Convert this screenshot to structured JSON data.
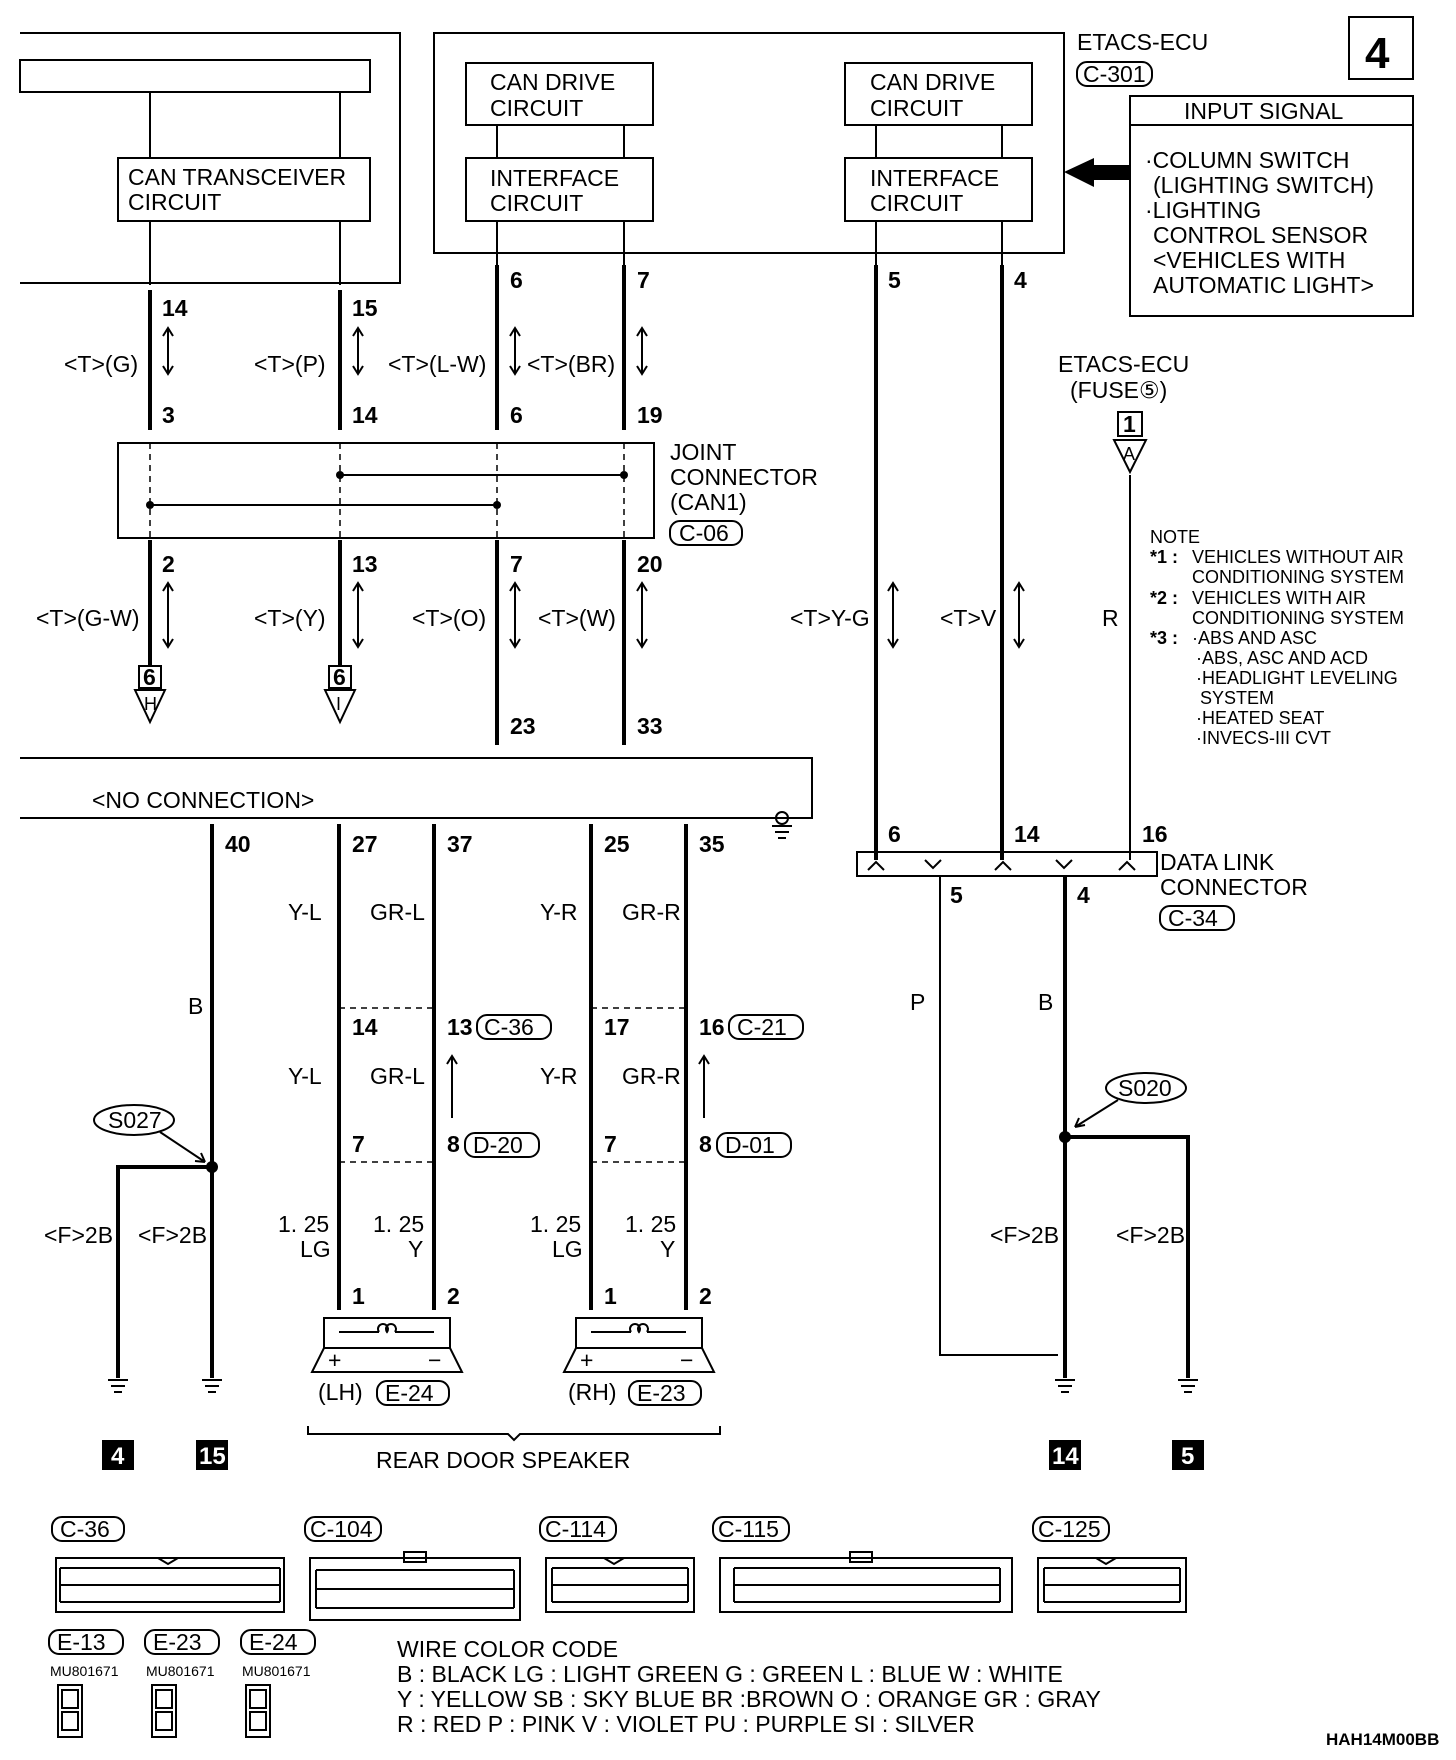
{
  "page_number": "4",
  "etacs": {
    "title": "ETACS-ECU",
    "connector": "C-301"
  },
  "can_drive_circuit": "CAN DRIVE\nCIRCUIT",
  "interface_circuit": "INTERFACE\nCIRCUIT",
  "can_transceiver_circuit": "CAN TRANSCEIVER\nCIRCUIT",
  "input_signal": {
    "title": "INPUT SIGNAL",
    "lines": [
      "·COLUMN SWITCH",
      "(LIGHTING SWITCH)",
      "·LIGHTING",
      "CONTROL SENSOR",
      "<VEHICLES WITH",
      "AUTOMATIC LIGHT>"
    ]
  },
  "etacs_fuse": {
    "title": "ETACS-ECU",
    "fuse": "(FUSE⑤)",
    "ref_num": "1",
    "ref_letter": "A"
  },
  "joint_connector": {
    "label": "JOINT\nCONNECTOR\n(CAN1)",
    "connector": "C-06"
  },
  "wires_top": [
    {
      "pin_ecu": "14",
      "color": "<T>(G)",
      "pin_in": "3",
      "pin_out": "2",
      "color_out": "<T>(G-W)",
      "ref": "6",
      "ref_letter": "H"
    },
    {
      "pin_ecu": "15",
      "color": "<T>(P)",
      "pin_in": "14",
      "pin_out": "13",
      "color_out": "<T>(Y)",
      "ref": "6",
      "ref_letter": "I"
    },
    {
      "pin_ecu": "6",
      "color": "<T>(L-W)",
      "pin_in": "6",
      "pin_out": "7",
      "color_out": "<T>(O)",
      "pin_end": "23"
    },
    {
      "pin_ecu": "7",
      "color": "<T>(BR)",
      "pin_in": "19",
      "pin_out": "20",
      "color_out": "<T>(W)",
      "pin_end": "33"
    }
  ],
  "ecu_right_pins": [
    "5",
    "4"
  ],
  "right_wire_colors": [
    "<T>Y-G",
    "<T>V",
    "R"
  ],
  "note": {
    "title": "NOTE",
    "items": [
      {
        "key": "*1 :",
        "text": "VEHICLES WITHOUT AIR\nCONDITIONING SYSTEM"
      },
      {
        "key": "*2 :",
        "text": "VEHICLES WITH AIR\nCONDITIONING SYSTEM"
      },
      {
        "key": "*3 :",
        "text": "·ABS AND ASC\n·ABS, ASC AND ACD\n·HEADLIGHT LEVELING\n SYSTEM\n·HEATED SEAT\n·INVECS-III CVT"
      }
    ]
  },
  "no_connection": "<NO CONNECTION>",
  "amp_pins": [
    "40",
    "27",
    "37",
    "25",
    "35"
  ],
  "data_link": {
    "label": "DATA LINK\nCONNECTOR",
    "connector": "C-34",
    "top_pins": [
      "6",
      "14",
      "16"
    ],
    "bottom_pins": [
      "5",
      "4"
    ],
    "wire_colors": [
      "P",
      "B"
    ]
  },
  "splices": [
    "S027",
    "S020"
  ],
  "left_wire_color": "B",
  "ground_wire_label": "<F>2B",
  "speakers": [
    {
      "side": "(LH)",
      "connector": "E-24",
      "c_pins": [
        "14",
        "13"
      ],
      "c_conn": "C-36",
      "d_pins": [
        "7",
        "8"
      ],
      "d_conn": "D-20",
      "colors": [
        "Y-L",
        "GR-L"
      ],
      "gauge": [
        "1. 25\nLG",
        "1. 25\nY"
      ],
      "spk_pins": [
        "1",
        "2"
      ]
    },
    {
      "side": "(RH)",
      "connector": "E-23",
      "c_pins": [
        "17",
        "16"
      ],
      "c_conn": "C-21",
      "d_pins": [
        "7",
        "8"
      ],
      "d_conn": "D-01",
      "colors": [
        "Y-R",
        "GR-R"
      ],
      "gauge": [
        "1. 25\nLG",
        "1. 25\nY"
      ],
      "spk_pins": [
        "1",
        "2"
      ]
    }
  ],
  "speaker_caption": "REAR DOOR SPEAKER",
  "grounds": [
    "4",
    "15",
    "14",
    "5"
  ],
  "connectors_legend": [
    "C-36",
    "C-104",
    "C-114",
    "C-115",
    "C-125"
  ],
  "small_connectors": [
    {
      "name": "E-13",
      "part": "MU801671"
    },
    {
      "name": "E-23",
      "part": "MU801671"
    },
    {
      "name": "E-24",
      "part": "MU801671"
    }
  ],
  "wire_color_code": {
    "title": "WIRE COLOR CODE",
    "lines": [
      "B : BLACK    LG : LIGHT GREEN    G : GREEN    L : BLUE    W : WHITE",
      "Y : YELLOW    SB : SKY BLUE    BR :BROWN    O : ORANGE    GR : GRAY",
      "R : RED    P : PINK    V : VIOLET    PU : PURPLE    SI : SILVER"
    ]
  },
  "diagram_code": "HAH14M00BB"
}
